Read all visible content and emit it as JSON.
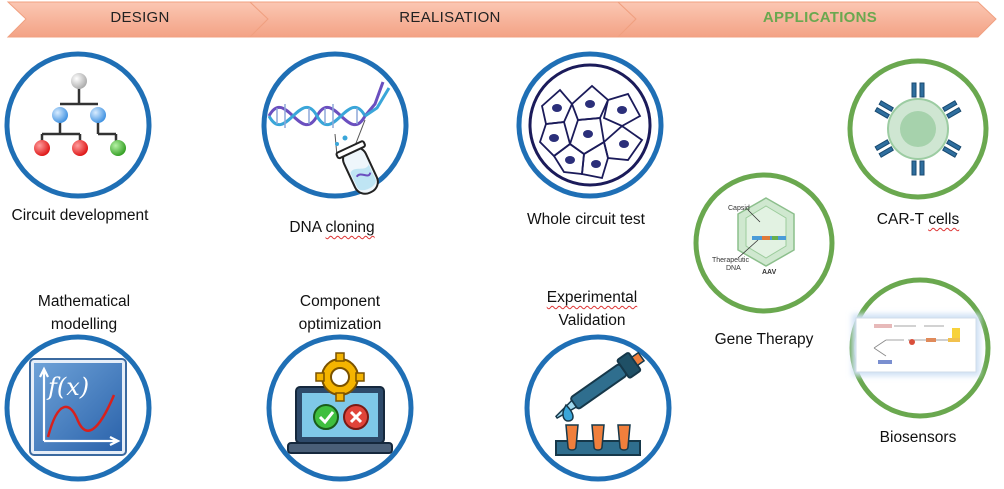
{
  "stages": {
    "design": "DESIGN",
    "realisation": "REALISATION",
    "applications": "APPLICATIONS"
  },
  "design": {
    "circuit_development": "Circuit development",
    "mathematical_modelling": "Mathematical modelling",
    "formula": "f(x)"
  },
  "realisation": {
    "dna_cloning": "DNA cloning",
    "component_optimization": "Component optimization"
  },
  "validation": {
    "whole_circuit_test": "Whole circuit test",
    "experimental_validation_1": "Experimental",
    "experimental_validation_2": "Validation"
  },
  "applications": {
    "car_t_cells": "CAR-T cells",
    "gene_therapy": "Gene Therapy",
    "biosensors": "Biosensors",
    "capsid_label": "Capsid",
    "therapeutic_dna_label_1": "Therapeutic",
    "therapeutic_dna_label_2": "DNA",
    "aav_label": "AAV"
  },
  "colors": {
    "arrow_fill": "#f7b39b",
    "blue_ring": "#1f6fb5",
    "green_ring": "#6aa84f",
    "applications_text": "#6aa84f"
  }
}
